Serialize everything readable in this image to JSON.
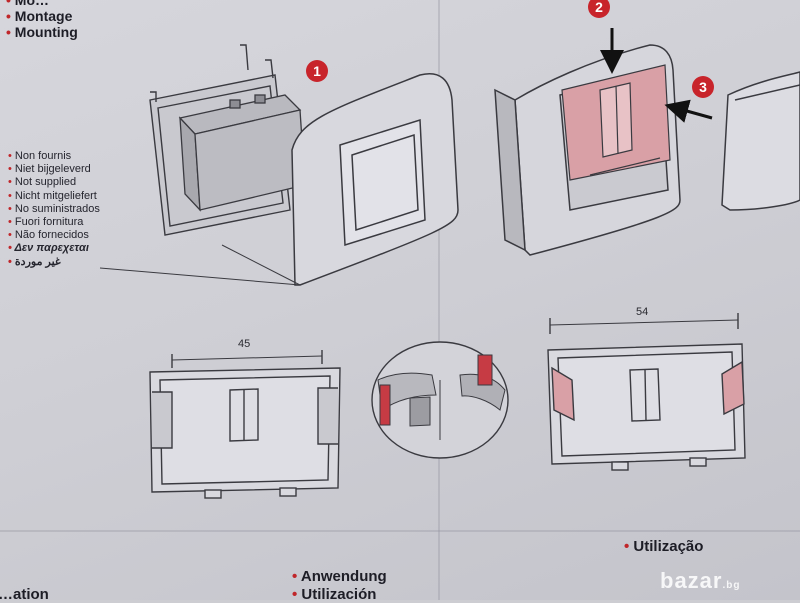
{
  "headings": {
    "montage_partial": "Mo…",
    "montage": "Montage",
    "mounting": "Mounting"
  },
  "not_supplied": [
    "Non fournis",
    "Niet bijgeleverd",
    "Not supplied",
    "Nicht mitgeliefert",
    "No suministrados",
    "Fuori fornitura",
    "Não fornecidos",
    "Δεν παρεχεται",
    "غير موردة"
  ],
  "steps": {
    "one": "1",
    "two": "2",
    "three": "3"
  },
  "dimensions": {
    "left_width": "45",
    "right_width": "54"
  },
  "bottom_labels": {
    "anwendung": "Anwendung",
    "utilizacion": "Utilización",
    "utilizacao": "Utilização",
    "partial_left": "…ation"
  },
  "watermark": {
    "brand": "bazar",
    "tld": ".bg"
  },
  "colors": {
    "accent": "#c8242b",
    "paper": "#d3d3d9",
    "line": "#3a3a40",
    "pink": "#d9a0a6"
  }
}
